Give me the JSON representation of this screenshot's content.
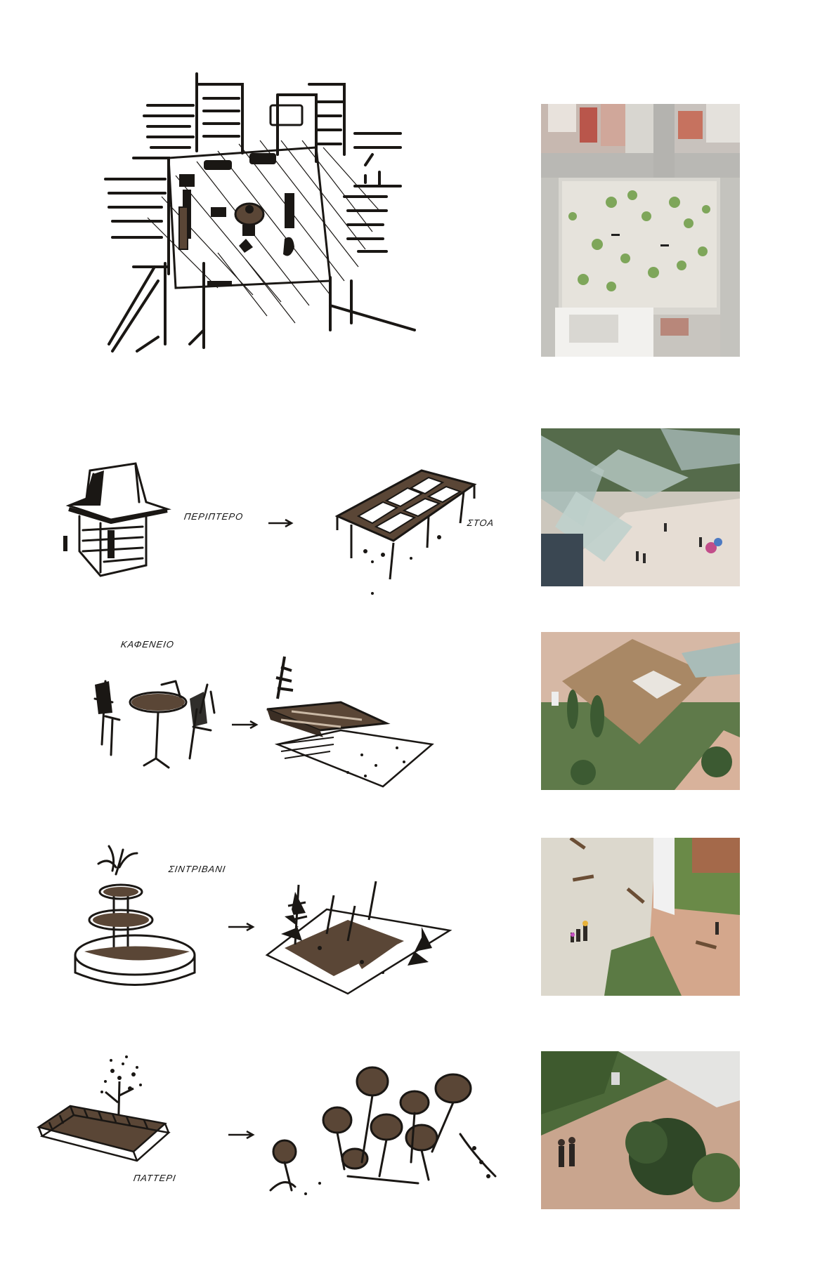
{
  "labels": {
    "kiosk": "ΠΕΡΙΠΤΕΡΟ",
    "stoa": "ΣΤΟΑ",
    "kafeneio": "ΚΑΦΕΝΕΙΟ",
    "fountain": "ΣΙΝΤΡΙΒΑΝΙ",
    "planter": "ΠΑΤΤΕΡΙ"
  },
  "colors": {
    "ink": "#1a1714",
    "sepia": "#5a4636",
    "paving": "#d9d6cf",
    "terracotta": "#c9a48a",
    "green": "#6f8a55",
    "glass": "#b8c7c4"
  }
}
